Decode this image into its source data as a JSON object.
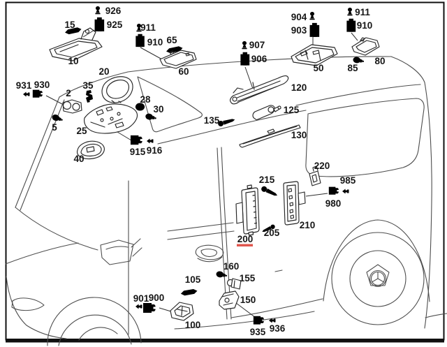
{
  "diagram": {
    "description_labels": "mercedes-van-interior-lamps-parts-diagram",
    "wheel_emblem": "mercedes-star-icon",
    "highlight": {
      "label": "200",
      "text_color": "#c41f1a",
      "underline_color": "#e0564e"
    },
    "callouts": [
      {
        "label": "926",
        "icon": "wedge-bulb-icon"
      },
      {
        "label": "925",
        "icon": "bulb-socket-icon"
      },
      {
        "label": "15",
        "icon": "festoon-bulb-icon"
      },
      {
        "label": "10",
        "icon": "front-interior-lamp"
      },
      {
        "label": "911",
        "icon": "wedge-bulb-icon"
      },
      {
        "label": "910",
        "icon": "bulb-socket-icon"
      },
      {
        "label": "65",
        "icon": "festoon-bulb-icon"
      },
      {
        "label": "60",
        "icon": "interior-lamp"
      },
      {
        "label": "20",
        "icon": "lamp-cover"
      },
      {
        "label": "931",
        "icon": "plug-icon"
      },
      {
        "label": "930",
        "icon": "connector-icon"
      },
      {
        "label": "2",
        "icon": "bracket-part"
      },
      {
        "label": "35",
        "icon": "clip-icon"
      },
      {
        "label": "28",
        "icon": "grommet-icon"
      },
      {
        "label": "30",
        "icon": "bulb-icon"
      },
      {
        "label": "5",
        "icon": "bulb-icon"
      },
      {
        "label": "25",
        "icon": "overhead-control-unit"
      },
      {
        "label": "40",
        "icon": "reading-lamp"
      },
      {
        "label": "915",
        "icon": "connector-icon"
      },
      {
        "label": "916",
        "icon": "plug-icon"
      },
      {
        "label": "135",
        "icon": "screw-icon"
      },
      {
        "label": "907",
        "icon": "wedge-bulb-icon"
      },
      {
        "label": "906",
        "icon": "bulb-socket-icon"
      },
      {
        "label": "904",
        "icon": "wedge-bulb-icon"
      },
      {
        "label": "903",
        "icon": "bulb-socket-icon"
      },
      {
        "label": "911",
        "icon": "wedge-bulb-icon"
      },
      {
        "label": "910",
        "icon": "bulb-socket-icon"
      },
      {
        "label": "50",
        "icon": "interior-lamp"
      },
      {
        "label": "85",
        "icon": "bulb-icon"
      },
      {
        "label": "80",
        "icon": "interior-lamp"
      },
      {
        "label": "120",
        "icon": "brake-lamp"
      },
      {
        "label": "125",
        "icon": "bulb-holder"
      },
      {
        "label": "130",
        "icon": "trim-strip"
      },
      {
        "label": "220",
        "icon": "bracket"
      },
      {
        "label": "215",
        "icon": "screw-icon"
      },
      {
        "label": "985",
        "icon": "plug-icon"
      },
      {
        "label": "980",
        "icon": "connector-icon"
      },
      {
        "label": "210",
        "icon": "entry-lamp"
      },
      {
        "label": "205",
        "icon": "screw-icon"
      },
      {
        "label": "200",
        "icon": "entry-lamp",
        "highlighted": true
      },
      {
        "label": "160",
        "icon": "bulb-icon"
      },
      {
        "label": "155",
        "icon": "bulb-socket-icon"
      },
      {
        "label": "105",
        "icon": "festoon-bulb-icon"
      },
      {
        "label": "150",
        "icon": "step-lamp"
      },
      {
        "label": "901",
        "icon": "plug-icon"
      },
      {
        "label": "900",
        "icon": "connector-icon"
      },
      {
        "label": "100",
        "icon": "step-lamp"
      },
      {
        "label": "935",
        "icon": "connector-icon"
      },
      {
        "label": "936",
        "icon": "plug-icon"
      }
    ]
  }
}
